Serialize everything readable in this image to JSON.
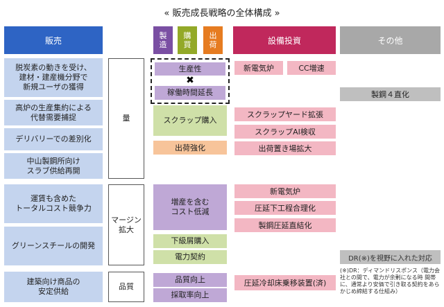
{
  "title": "« 販売成長戦略の全体構成 »",
  "headers": {
    "sales": "販売",
    "production": "製\n造",
    "purchasing": "購\n買",
    "shipping": "出\n荷",
    "capex": "設備投資",
    "other": "その他"
  },
  "sales_items": [
    "脱炭素の動きを受け、\n建材・建産機分野で\n新規ユーザの獲得",
    "高炉の生産集約による\n代替需要捕捉",
    "デリバリーでの差別化",
    "中山製鋼所向け\nスラブ供給再開",
    "運賃も含めた\nトータルコスト競争力",
    "グリーンスチールの開発",
    "建築向け商品の\n安定供給"
  ],
  "categories": {
    "volume": "量",
    "margin": "マージン\n拡大",
    "quality": "品質"
  },
  "ops": {
    "productivity": "生産性",
    "cross": "✖",
    "uptime": "稼働時間延長",
    "scrap_purchase": "スクラップ購入",
    "shipping_boost": "出荷強化",
    "cost_reduction": "増産を含む\nコスト低減",
    "low_grade_scrap": "下級屑購入",
    "power_contract": "電力契約",
    "quality_improve": "品質向上",
    "yield_improve": "採取率向上"
  },
  "capex_items": [
    "新電気炉",
    "CC増速",
    "スクラップヤード拡張",
    "スクラップAI検収",
    "出荷置き場拡大",
    "新電気炉",
    "圧延下工程合理化",
    "製鋼圧延直結化",
    "圧延冷却床乗移装置(済)"
  ],
  "other_items": {
    "direct4": "製鋼４直化",
    "dr": "DR(※)を視野に入れた対応",
    "note": "(※)DR：ディマンドリスポンス（電力会社との間で、電力が余剰になる時 間帯に、通常より安価で引き取る契約をあらかじめ締結する仕組み）"
  },
  "colors": {
    "sales_header": "#2e64c4",
    "sales_item": "#c4d4ee",
    "production": "#7a4fa3",
    "purchasing": "#93a928",
    "shipping": "#e67c21",
    "capex": "#c0285c",
    "other": "#a8a8a8"
  }
}
